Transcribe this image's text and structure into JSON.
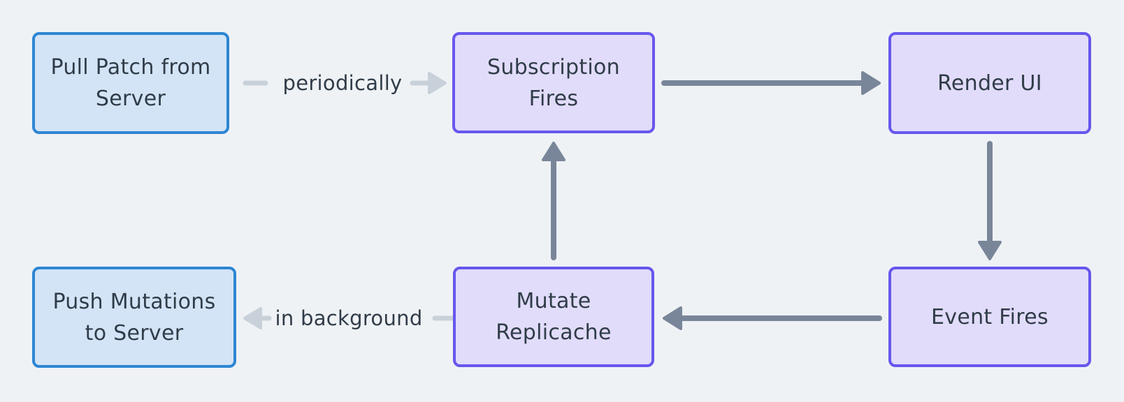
{
  "colors": {
    "bg": "#eff2f5",
    "blue-fill": "#d3e4f6",
    "blue-border": "#2e86d3",
    "purple-fill": "#e1dcfa",
    "purple-border": "#6757ed",
    "arrow-dark": "#798699",
    "arrow-light": "#c8d1d9",
    "text": "#303c48"
  },
  "nodes": [
    {
      "id": "pull-patch",
      "label": "Pull Patch from\nServer",
      "style": "blue"
    },
    {
      "id": "subscription-fires",
      "label": "Subscription\nFires",
      "style": "purple"
    },
    {
      "id": "render-ui",
      "label": "Render UI",
      "style": "purple"
    },
    {
      "id": "event-fires",
      "label": "Event Fires",
      "style": "purple"
    },
    {
      "id": "mutate-replicache",
      "label": "Mutate\nReplicache",
      "style": "purple"
    },
    {
      "id": "push-mutations",
      "label": "Push Mutations\nto Server",
      "style": "blue"
    }
  ],
  "edge_labels": [
    {
      "id": "periodically",
      "text": "periodically"
    },
    {
      "id": "in-background",
      "text": "in background"
    }
  ],
  "edges": [
    {
      "from": "pull-patch",
      "to": "subscription-fires",
      "label": "periodically",
      "style": "light"
    },
    {
      "from": "subscription-fires",
      "to": "render-ui",
      "label": "",
      "style": "dark"
    },
    {
      "from": "render-ui",
      "to": "event-fires",
      "label": "",
      "style": "dark"
    },
    {
      "from": "event-fires",
      "to": "mutate-replicache",
      "label": "",
      "style": "dark"
    },
    {
      "from": "mutate-replicache",
      "to": "subscription-fires",
      "label": "",
      "style": "dark"
    },
    {
      "from": "mutate-replicache",
      "to": "push-mutations",
      "label": "in background",
      "style": "light"
    }
  ]
}
